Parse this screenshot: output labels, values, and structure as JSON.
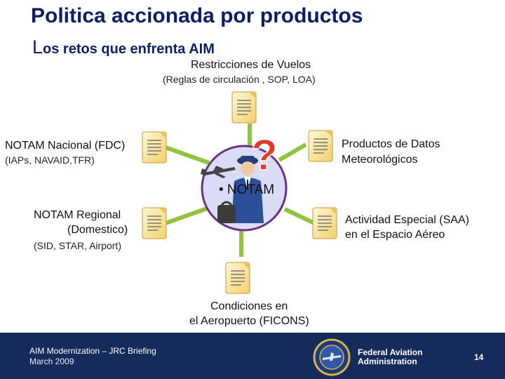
{
  "header": {
    "title": "Politica accionada por productos",
    "subtitle_first": "L",
    "subtitle_rest": "os retos que enfrenta AIM"
  },
  "diagram": {
    "center_label": "• NOTAM",
    "nodes": {
      "top": {
        "label": "Restricciones de Vuelos",
        "sub": "(Reglas de circulación , SOP, LOA)",
        "icon": "document-icon"
      },
      "left_top": {
        "label": "NOTAM Nacional (FDC)",
        "sub": "(IAPs, NAVAID,TFR)",
        "icon": "document-icon"
      },
      "right_top": {
        "label_line1": "Productos de Datos",
        "label_line2": "Meteorológicos",
        "icon": "document-icon"
      },
      "left_bottom": {
        "label_line1": "NOTAM Regional",
        "label_line2": "(Domestico)",
        "sub": "(SID, STAR, Airport)",
        "icon": "document-icon"
      },
      "right_bottom": {
        "label_line1": "Actividad Especial (SAA)",
        "label_line2": "en el Espacio Aéreo",
        "icon": "document-icon"
      },
      "bottom": {
        "label_line1": "Condiciones en",
        "label_line2": "el Aeropuerto (FICONS)",
        "icon": "document-icon"
      }
    },
    "colors": {
      "spoke": "#8fc43c",
      "hub_border": "#6b2f86",
      "hub_fill": "#d8dcf5",
      "question": "#e23a2a"
    }
  },
  "footer": {
    "line1": "AIM Modernization – JRC Briefing",
    "line2": "March 2009",
    "org_line1": "Federal Aviation",
    "org_line2": "Administration",
    "page_number": "14",
    "background": "#142b5c"
  }
}
